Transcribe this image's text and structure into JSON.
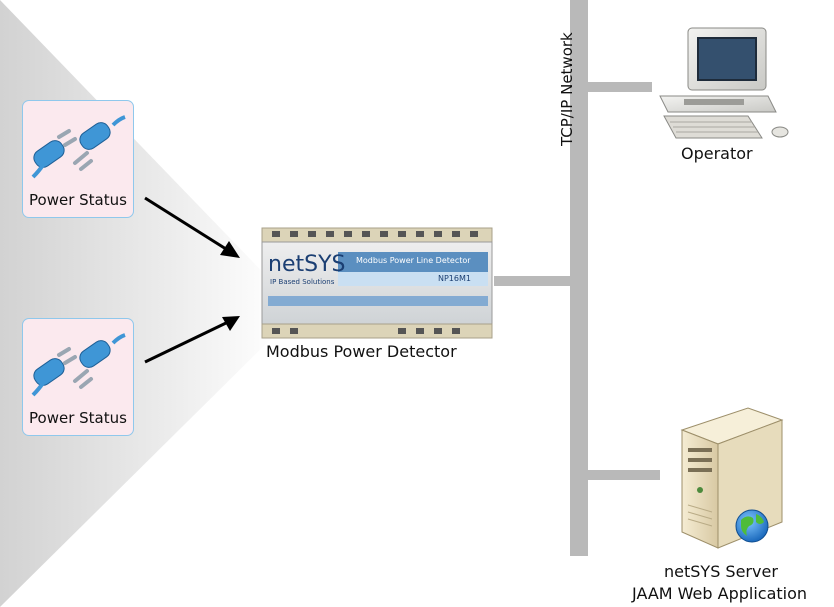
{
  "network": {
    "label": "TCP/IP Network"
  },
  "operator": {
    "label": "Operator"
  },
  "server": {
    "line1": "netSYS Server",
    "line2": "JAAM Web Application"
  },
  "detector": {
    "label": "Modbus Power Detector",
    "brand": "netSYS",
    "tagline": "IP Based Solutions",
    "product_title": "Modbus Power Line Detector",
    "model": "NP16M1"
  },
  "power_status_cards": [
    {
      "label": "Power Status"
    },
    {
      "label": "Power Status"
    }
  ],
  "colors": {
    "network_bar": "#b9b9b9",
    "card_border": "#8fc8ec",
    "card_fill": "#fbe9ee",
    "plug": "#3f96d6",
    "arrow": "#000000"
  }
}
